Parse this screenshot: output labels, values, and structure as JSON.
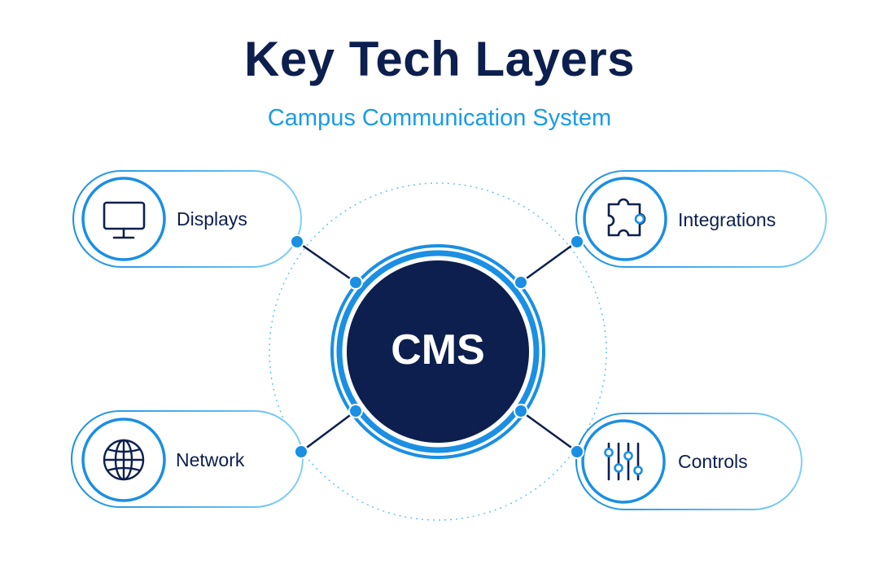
{
  "header": {
    "title": "Key Tech Layers",
    "subtitle": "Campus Communication System"
  },
  "hub": {
    "label": "CMS"
  },
  "nodes": [
    {
      "id": "displays",
      "label": "Displays",
      "icon": "monitor-icon"
    },
    {
      "id": "integrations",
      "label": "Integrations",
      "icon": "puzzle-icon"
    },
    {
      "id": "network",
      "label": "Network",
      "icon": "globe-icon"
    },
    {
      "id": "controls",
      "label": "Controls",
      "icon": "sliders-icon"
    }
  ],
  "colors": {
    "navy": "#0c1f4e",
    "accent_blue": "#1a8fe3",
    "light_blue": "#5cbff2",
    "hub_fill": "#0c1f4e",
    "background": "#ffffff"
  }
}
